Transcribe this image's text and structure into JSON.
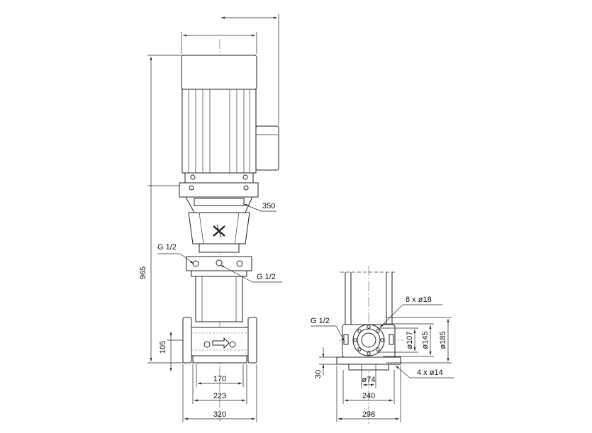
{
  "front_view": {
    "dimensions": {
      "total_height": "965",
      "inlet_centre_height": "105",
      "motor_width": "350",
      "base_bolt_spacing": "170",
      "base_inner_width": "223",
      "base_flange_width": "320"
    },
    "callouts": {
      "upper_plug": "G 1/2",
      "lower_plug": "G 1/2"
    },
    "icon": "grundfos-x-logo-icon"
  },
  "side_view": {
    "dimensions": {
      "foot_height": "30",
      "pipe_bore": "ø74",
      "bore_diameter": "ø107",
      "bolt_circle": "ø145",
      "flange_outer": "ø185",
      "base_inner_width": "240",
      "base_outer_width": "298"
    },
    "callouts": {
      "flange_holes": "8 x ø18",
      "foot_holes": "4 x ø14",
      "drain_plug": "G 1/2"
    }
  }
}
